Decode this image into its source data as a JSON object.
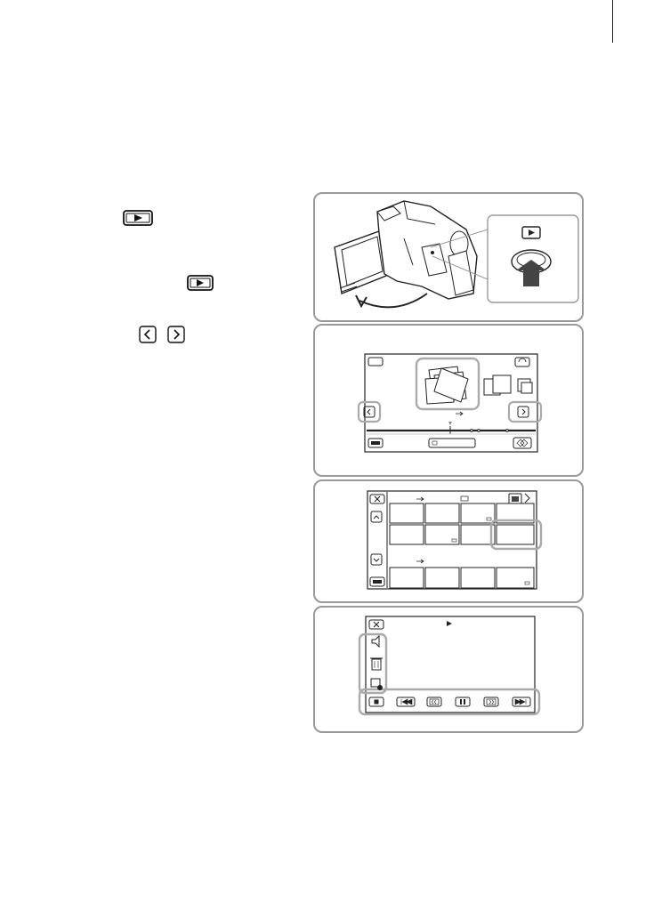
{
  "text_column": {
    "icons": [
      "play-button-icon",
      "play-button-icon",
      "chevron-left-icon",
      "chevron-right-icon"
    ]
  },
  "panels": [
    {
      "name": "camcorder-panel",
      "icons": [
        "play-button-icon",
        "press-arrow-icon"
      ]
    },
    {
      "name": "event-view-panel",
      "icons": [
        "back-icon",
        "refresh-icon",
        "chevron-left-icon",
        "chevron-right-icon",
        "menu-icon",
        "highlight-icon"
      ]
    },
    {
      "name": "thumbnail-panel",
      "icons": [
        "close-icon",
        "scroll-up-icon",
        "scroll-down-icon",
        "menu-icon",
        "movie-icon"
      ]
    },
    {
      "name": "playback-panel",
      "icons": [
        "close-icon",
        "volume-icon",
        "delete-icon",
        "context-icon",
        "stop-icon",
        "previous-icon",
        "rewind-icon",
        "pause-icon",
        "fast-forward-icon",
        "next-icon"
      ]
    }
  ],
  "colors": {
    "frame": "#999999",
    "highlight": "#aaaaaa",
    "line": "#222222"
  }
}
